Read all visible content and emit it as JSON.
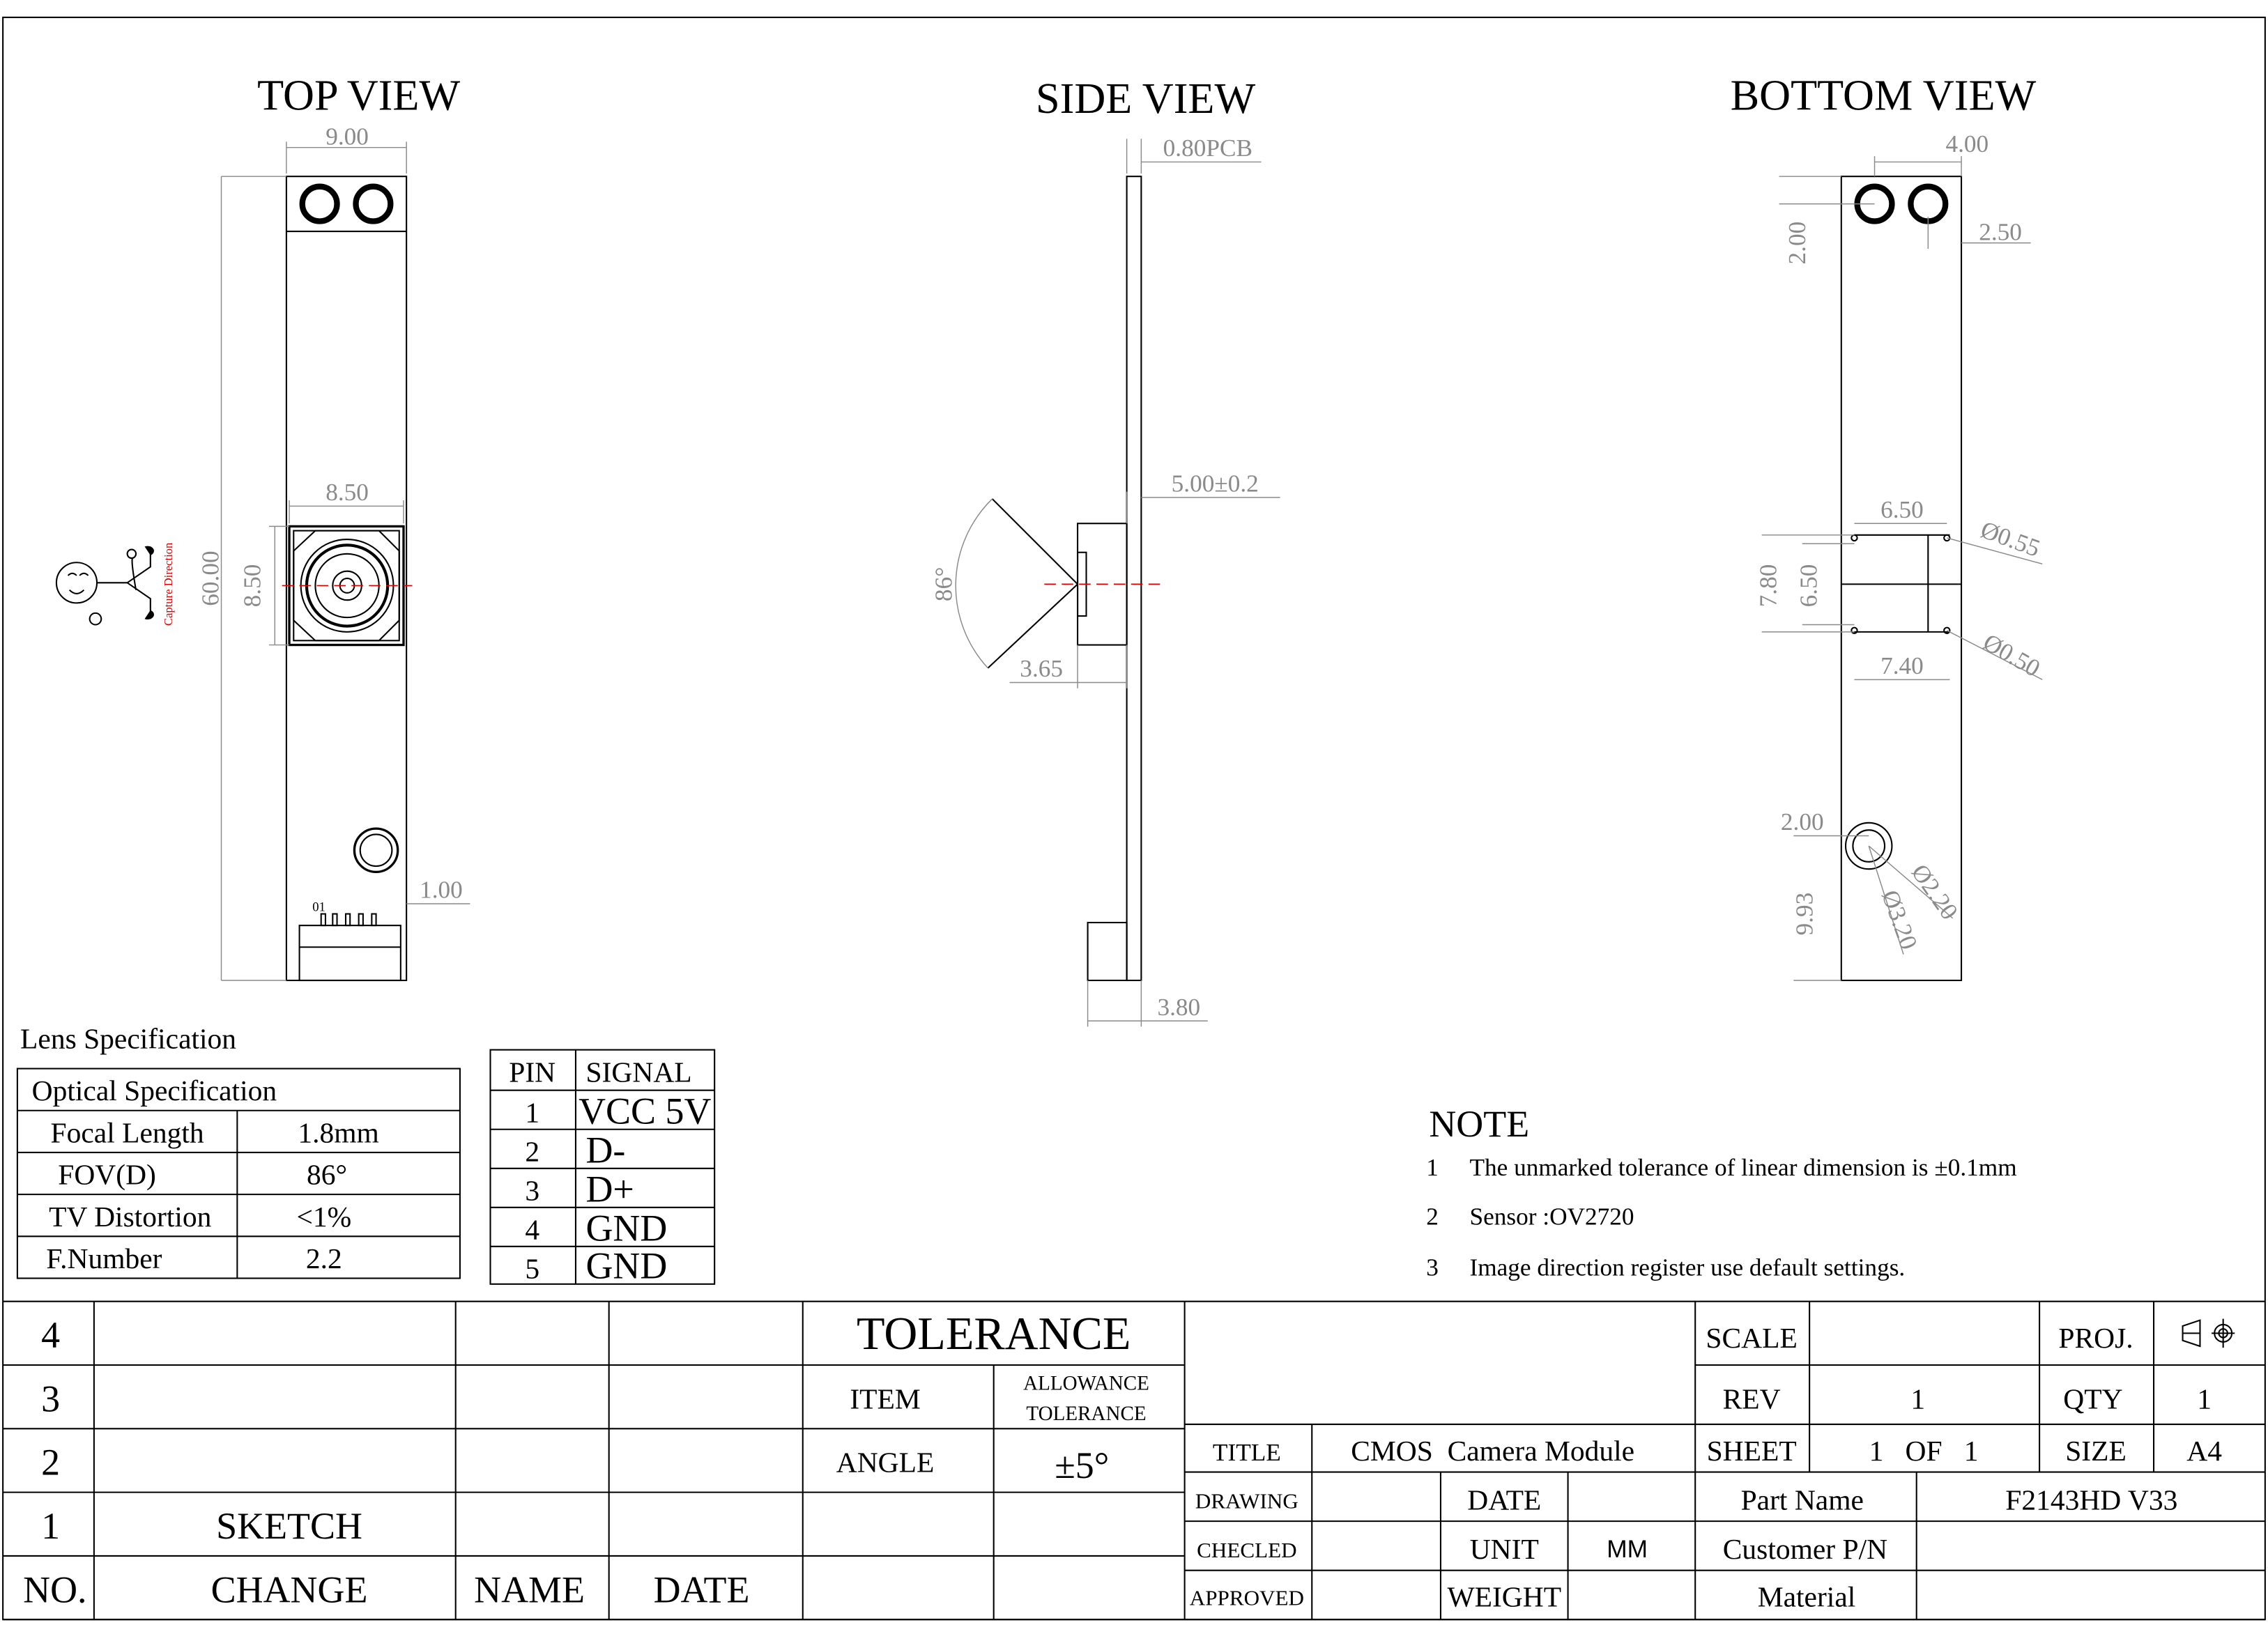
{
  "views": {
    "top": {
      "title": "TOP VIEW",
      "dims": {
        "width": "9.00",
        "length": "60.00",
        "lens_w": "8.50",
        "lens_h": "8.50",
        "edge": "1.00"
      },
      "pin1_label": "01",
      "capture_label": "Capture Direction"
    },
    "side": {
      "title": "SIDE VIEW",
      "dims": {
        "pcb": "0.80PCB",
        "height": "5.00±0.2",
        "lens": "3.65",
        "connector": "3.80",
        "fov": "86°"
      }
    },
    "bottom": {
      "title": "BOTTOM VIEW",
      "dims": {
        "hole_x": "4.00",
        "hole_y": "2.00",
        "hole_off": "2.50",
        "w1": "6.50",
        "d1": "Ø0.55",
        "h1": "7.80",
        "h2": "6.50",
        "w2": "7.40",
        "d2": "Ø0.50",
        "mount_x": "2.00",
        "mount_y": "9.93",
        "d3": "Ø2.20",
        "d4": "Ø3.20"
      }
    }
  },
  "lens_spec": {
    "title": "Lens Specification",
    "header": "Optical Specification",
    "rows": [
      {
        "label": "Focal Length",
        "value": "1.8mm"
      },
      {
        "label": "FOV(D)",
        "value": "86°"
      },
      {
        "label": "TV Distortion",
        "value": "<1%"
      },
      {
        "label": "F.Number",
        "value": "2.2"
      }
    ]
  },
  "pin_table": {
    "headers": [
      "PIN",
      "SIGNAL"
    ],
    "rows": [
      {
        "pin": "1",
        "signal": "VCC 5V"
      },
      {
        "pin": "2",
        "signal": "D-"
      },
      {
        "pin": "3",
        "signal": "D+"
      },
      {
        "pin": "4",
        "signal": "GND"
      },
      {
        "pin": "5",
        "signal": "GND"
      }
    ]
  },
  "notes": {
    "title": "NOTE",
    "items": [
      {
        "num": "1",
        "text": "The unmarked tolerance of linear dimension is ±0.1mm"
      },
      {
        "num": "2",
        "text": "Sensor :OV2720"
      },
      {
        "num": "3",
        "text": "Image direction register use default settings."
      }
    ]
  },
  "revision_table": {
    "rows": [
      "4",
      "3",
      "2",
      "1"
    ],
    "row1_change": "SKETCH",
    "headers": {
      "no": "NO.",
      "change": "CHANGE",
      "name": "NAME",
      "date": "DATE"
    }
  },
  "tolerance": {
    "title": "TOLERANCE",
    "item_header": "ITEM",
    "allowance_header_1": "ALLOWANCE",
    "allowance_header_2": "TOLERANCE",
    "item": "ANGLE",
    "value": "±5°"
  },
  "title_block": {
    "scale_label": "SCALE",
    "scale_value": "",
    "proj_label": "PROJ.",
    "rev_label": "REV",
    "rev_value": "1",
    "qty_label": "QTY",
    "qty_value": "1",
    "title_label": "TITLE",
    "title_value": "CMOS  Camera Module",
    "sheet_label": "SHEET",
    "sheet_value": "1   OF   1",
    "size_label": "SIZE",
    "size_value": "A4",
    "drawing_label": "DRAWING",
    "date_label": "DATE",
    "part_name_label": "Part Name",
    "part_name_value": "F2143HD V33",
    "checked_label": "CHECLED",
    "unit_label": "UNIT",
    "unit_value": "MM",
    "customer_pn_label": "Customer P/N",
    "approved_label": "APPROVED",
    "weight_label": "WEIGHT",
    "material_label": "Material"
  }
}
